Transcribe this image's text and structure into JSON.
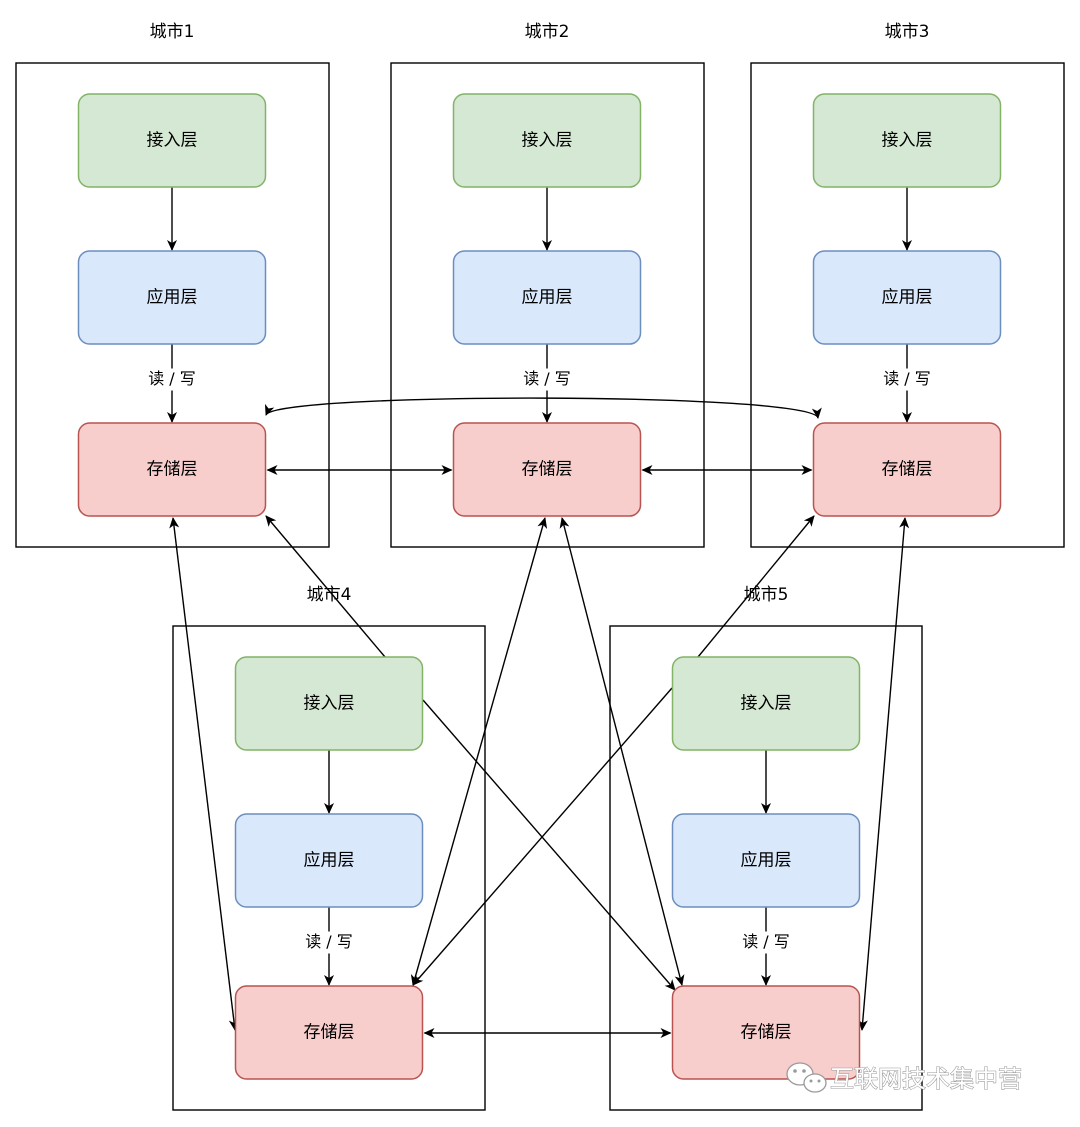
{
  "diagram": {
    "cities": [
      {
        "id": "c1",
        "title": "城市1",
        "rw_label": "读 / 写"
      },
      {
        "id": "c2",
        "title": "城市2",
        "rw_label": "读 / 写"
      },
      {
        "id": "c3",
        "title": "城市3",
        "rw_label": "读 / 写"
      },
      {
        "id": "c4",
        "title": "城市4",
        "rw_label": "读 / 写"
      },
      {
        "id": "c5",
        "title": "城市5",
        "rw_label": "读 / 写"
      }
    ],
    "layers": {
      "access": "接入层",
      "app": "应用层",
      "storage": "存储层"
    },
    "colors": {
      "access_fill": "#d5e8d4",
      "access_stroke": "#82b366",
      "app_fill": "#dae8fc",
      "app_stroke": "#6c8ebf",
      "storage_fill": "#f8cecc",
      "storage_stroke": "#b85450"
    }
  },
  "watermark": {
    "text": "互联网技术集中营",
    "icon": "wechat-icon"
  }
}
